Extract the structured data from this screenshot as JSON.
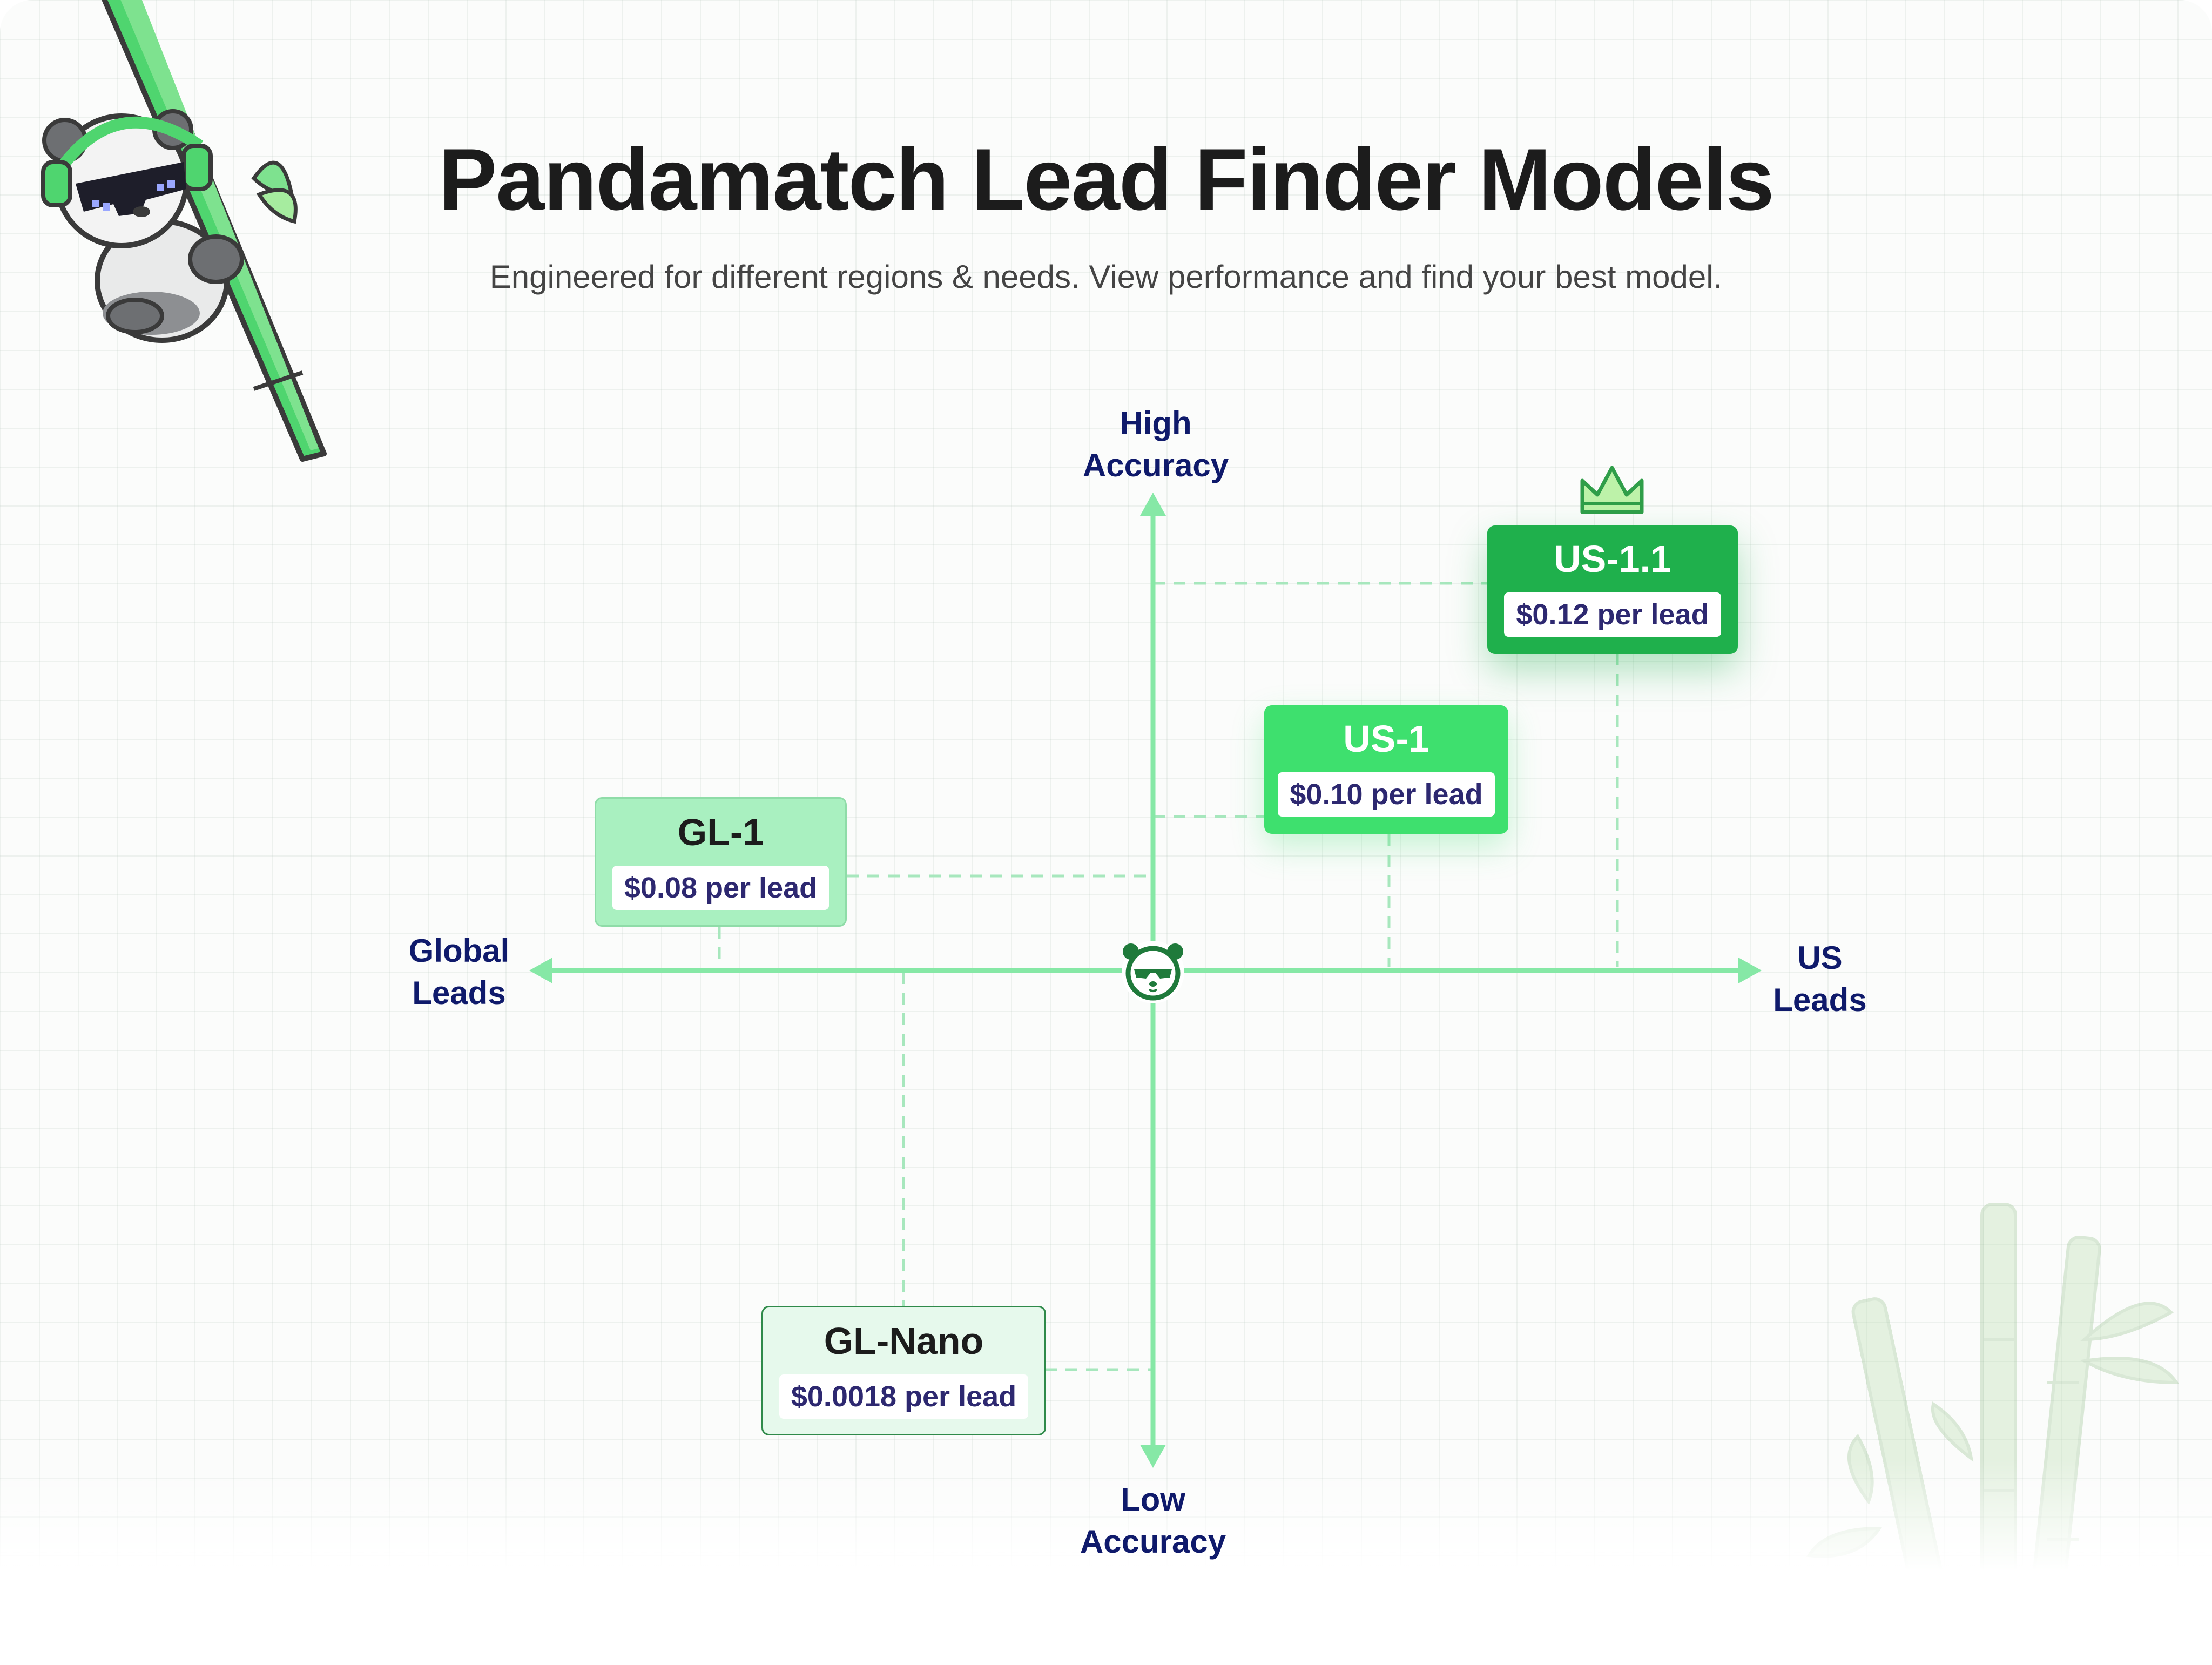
{
  "header": {
    "title": "Pandamatch Lead Finder Models",
    "subtitle": "Engineered for different regions & needs. View performance and find your best model."
  },
  "axes": {
    "top": "High\nAccuracy",
    "bottom": "Low\nAccuracy",
    "left": "Global\nLeads",
    "right": "US\nLeads"
  },
  "models": [
    {
      "name": "US-1.1",
      "price": "$0.12 per lead",
      "best": true
    },
    {
      "name": "US-1",
      "price": "$0.10 per lead",
      "best": false
    },
    {
      "name": "GL-1",
      "price": "$0.08 per lead",
      "best": false
    },
    {
      "name": "GL-Nano",
      "price": "$0.0018 per lead",
      "best": false
    }
  ],
  "colors": {
    "axis": "#86e8a6",
    "dashed": "#a7e7bd",
    "us11_bg": "#1fb04c",
    "us1_bg": "#3ee06e",
    "gl1_bg": "#a9f0c0",
    "glnano_bg": "#e6f9ec",
    "label_text": "#0f1a6b",
    "price_text": "#2d2870"
  },
  "icons": {
    "crown": "crown-icon",
    "origin": "panda-sunglasses-icon",
    "mascot": "panda-mascot-icon",
    "decor": "bamboo-decoration"
  }
}
